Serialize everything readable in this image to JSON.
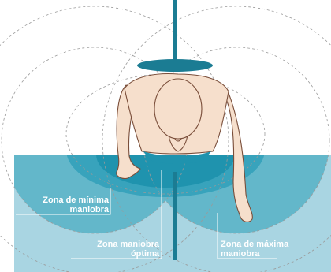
{
  "labels": {
    "zona_minima_l1": "Zona de mínima",
    "zona_minima_l2": "maniobra",
    "zona_optima_l1": "Zona maniobra",
    "zona_optima_l2": "óptima",
    "zona_maxima_l1": "Zona de máxima",
    "zona_maxima_l2": "maniobra"
  },
  "colors": {
    "background": "#ffffff",
    "water_light": "#a9d5e2",
    "water_mid": "#63b7ca",
    "water_deep": "#1f93ae",
    "shelf": "#1b7c93",
    "skin": "#f6dfcc",
    "skin_outline": "#7a4e3a",
    "label_text": "#ffffff",
    "dashed_circle": "#999999"
  }
}
